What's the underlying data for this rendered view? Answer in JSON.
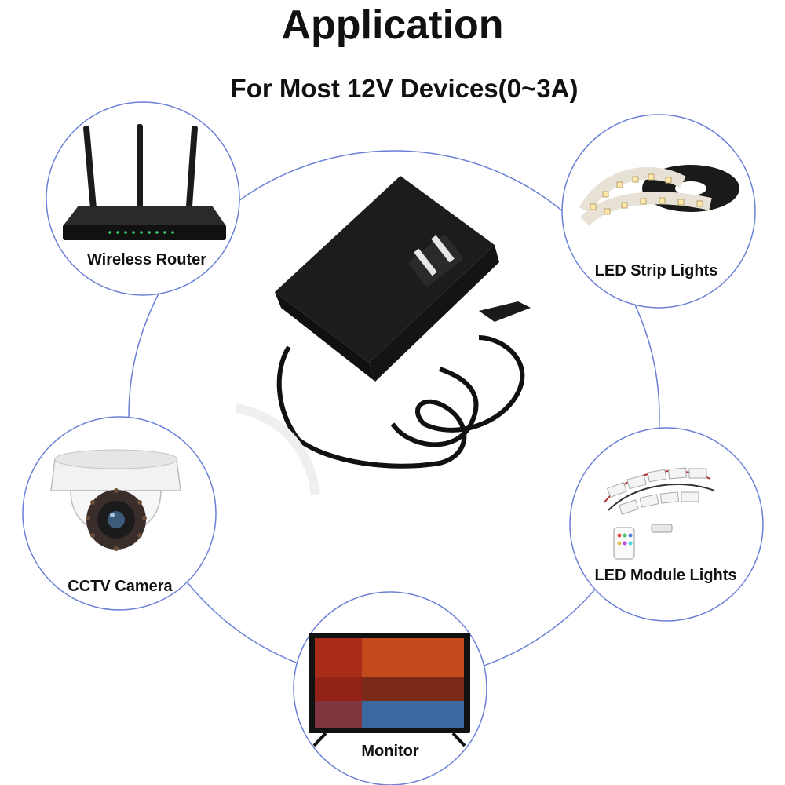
{
  "header": {
    "title": "Application",
    "subtitle": "For Most 12V Devices(0~3A)"
  },
  "devices": [
    {
      "label": "Wireless Router",
      "icon": "router-icon"
    },
    {
      "label": "LED Strip Lights",
      "icon": "led-strip-icon"
    },
    {
      "label": "CCTV Camera",
      "icon": "cctv-camera-icon"
    },
    {
      "label": "LED Module Lights",
      "icon": "led-module-icon"
    },
    {
      "label": "Monitor",
      "icon": "monitor-icon"
    }
  ],
  "center": {
    "icon": "power-adapter-icon"
  },
  "colors": {
    "ring": "#4a63c9",
    "text": "#111111"
  }
}
